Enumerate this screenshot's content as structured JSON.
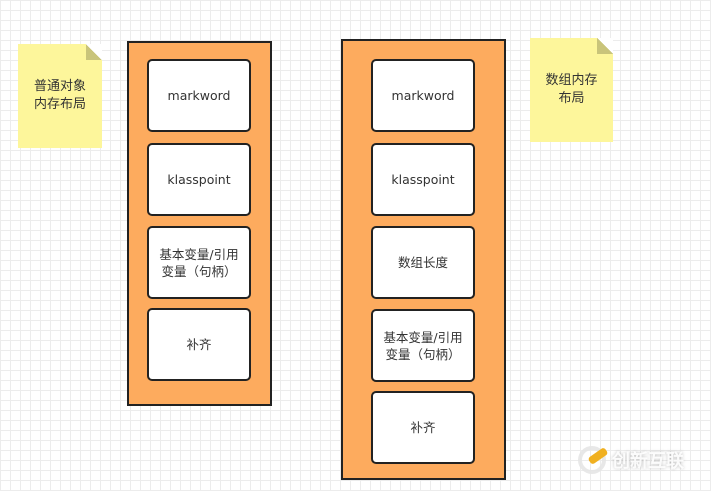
{
  "notes": {
    "object_layout": "普通对象\n内存布局",
    "array_layout": "数组内存\n布局"
  },
  "object_layout": {
    "fields": [
      "markword",
      "klasspoint",
      "基本变量/引用变量（句柄）",
      "补齐"
    ]
  },
  "array_layout": {
    "fields": [
      "markword",
      "klasspoint",
      "数组长度",
      "基本变量/引用变量（句柄）",
      "补齐"
    ]
  },
  "watermark": "创新互联"
}
